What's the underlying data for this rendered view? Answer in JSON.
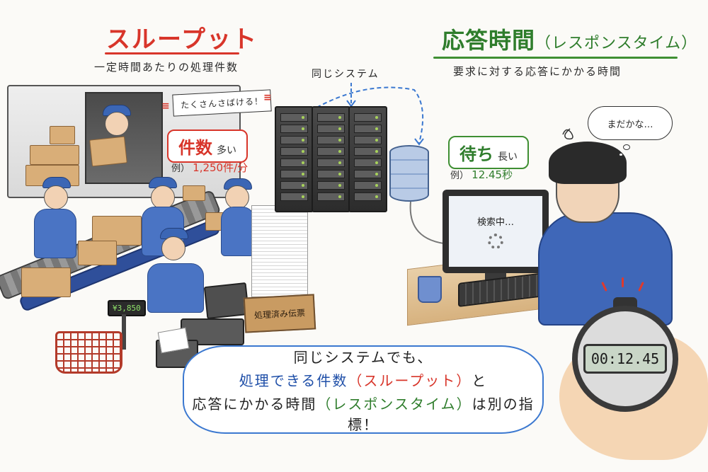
{
  "left_panel": {
    "title": "スループット",
    "subtitle": "一定時間あたりの処理件数",
    "shout": "たくさんさばける！",
    "metric_main": "件数",
    "metric_sub": "多い",
    "example_prefix": "例）",
    "example_value": "1,250件/分",
    "register_price": "¥3,850",
    "slip_box_label": "処理済み伝票"
  },
  "center": {
    "system_label": "同じシステム"
  },
  "right_panel": {
    "title": "応答時間",
    "title_paren": "（レスポンスタイム）",
    "subtitle": "要求に対する応答にかかる時間",
    "metric_main": "待ち",
    "metric_sub": "長い",
    "example_prefix": "例）",
    "example_value": "12.45秒",
    "thought": "まだかな…",
    "monitor_text": "検索中…",
    "stopwatch_display": "00:12.45"
  },
  "summary": {
    "line1": "同じシステムでも、",
    "line2_blue": "処理できる件数",
    "line2_red": "（スループット）",
    "line2_tail": "と",
    "line3_head": "応答にかかる時間",
    "line3_green": "（レスポンスタイム）",
    "line3_tail": "は別の指標！"
  },
  "colors": {
    "throughput_red": "#d8352a",
    "response_green": "#2f7d2c",
    "highlight_blue": "#1f4fa8",
    "cloud_border": "#3b78d0",
    "background": "#fbfaf7"
  }
}
